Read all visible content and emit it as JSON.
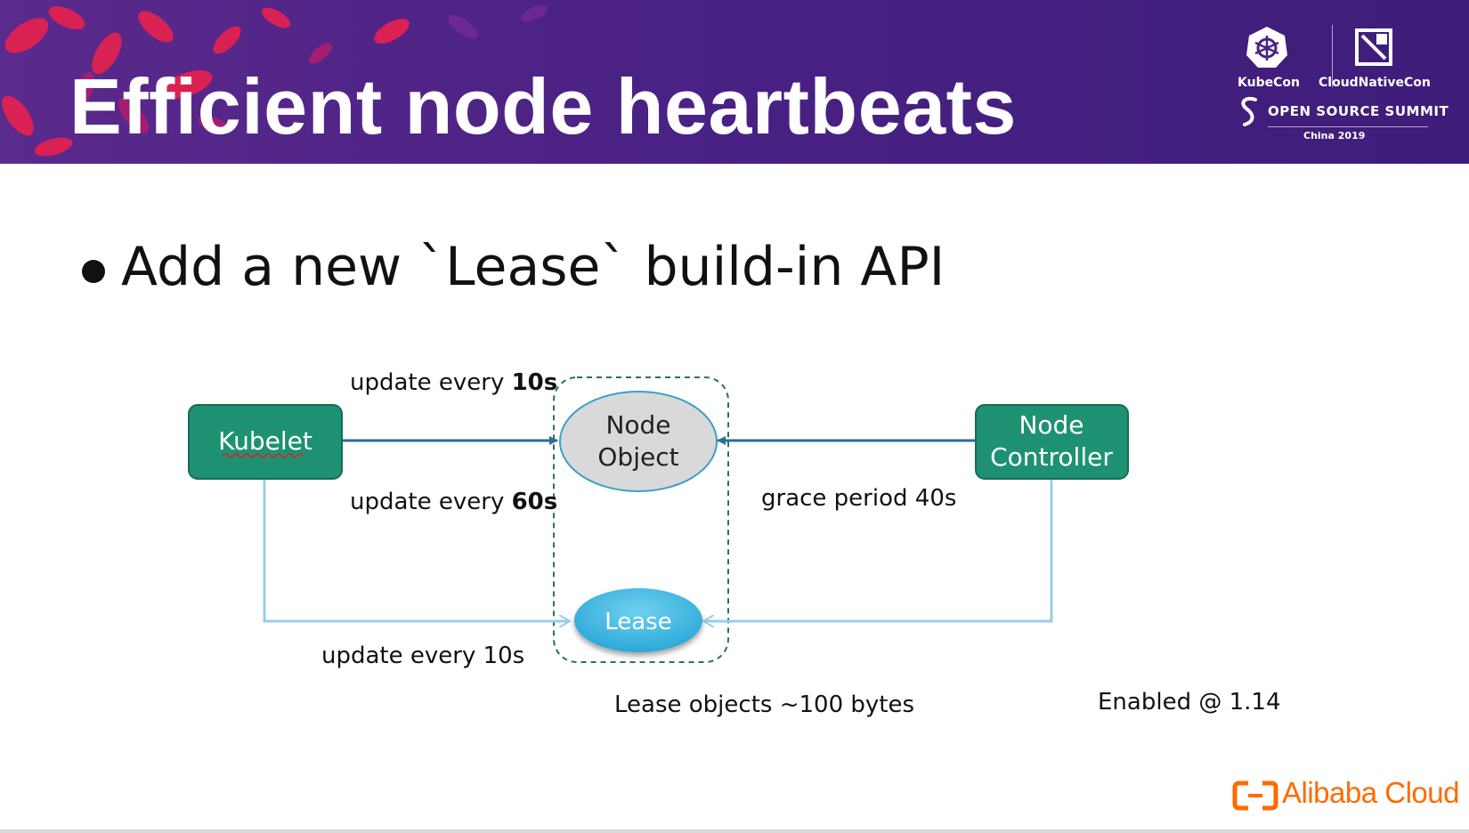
{
  "header": {
    "title": "Efficient node heartbeats",
    "logos": {
      "kubecon": "KubeCon",
      "cloudnativecon": "CloudNativeCon",
      "summit": "OPEN SOURCE SUMMIT",
      "edition": "China 2019"
    }
  },
  "bullet": {
    "text": "Add a new `Lease` build-in API"
  },
  "diagram": {
    "kubelet_label": "Kubelet",
    "node_object_line1": "Node",
    "node_object_line2": "Object",
    "node_controller_line1": "Node",
    "node_controller_line2": "Controller",
    "lease_label": "Lease",
    "top_edge_prefix": "update every ",
    "top_edge_value": "10s",
    "middle_edge_prefix": "update every ",
    "middle_edge_value": "60s",
    "lease_edge_label": "update every 10s",
    "grace_period_label": "grace period 40s",
    "lease_size_note": "Lease objects ~100 bytes",
    "enabled_note": "Enabled @ 1.14"
  },
  "footer": {
    "brand": "Alibaba Cloud"
  },
  "colors": {
    "banner": "#4a2184",
    "box_fill": "#1f9173",
    "node_object_fill": "#d9d9d9",
    "lease_fill": "#3db8e0",
    "dark_arrow": "#2e6d96",
    "light_arrow": "#9ccbea",
    "brand_orange": "#ff6a00"
  }
}
